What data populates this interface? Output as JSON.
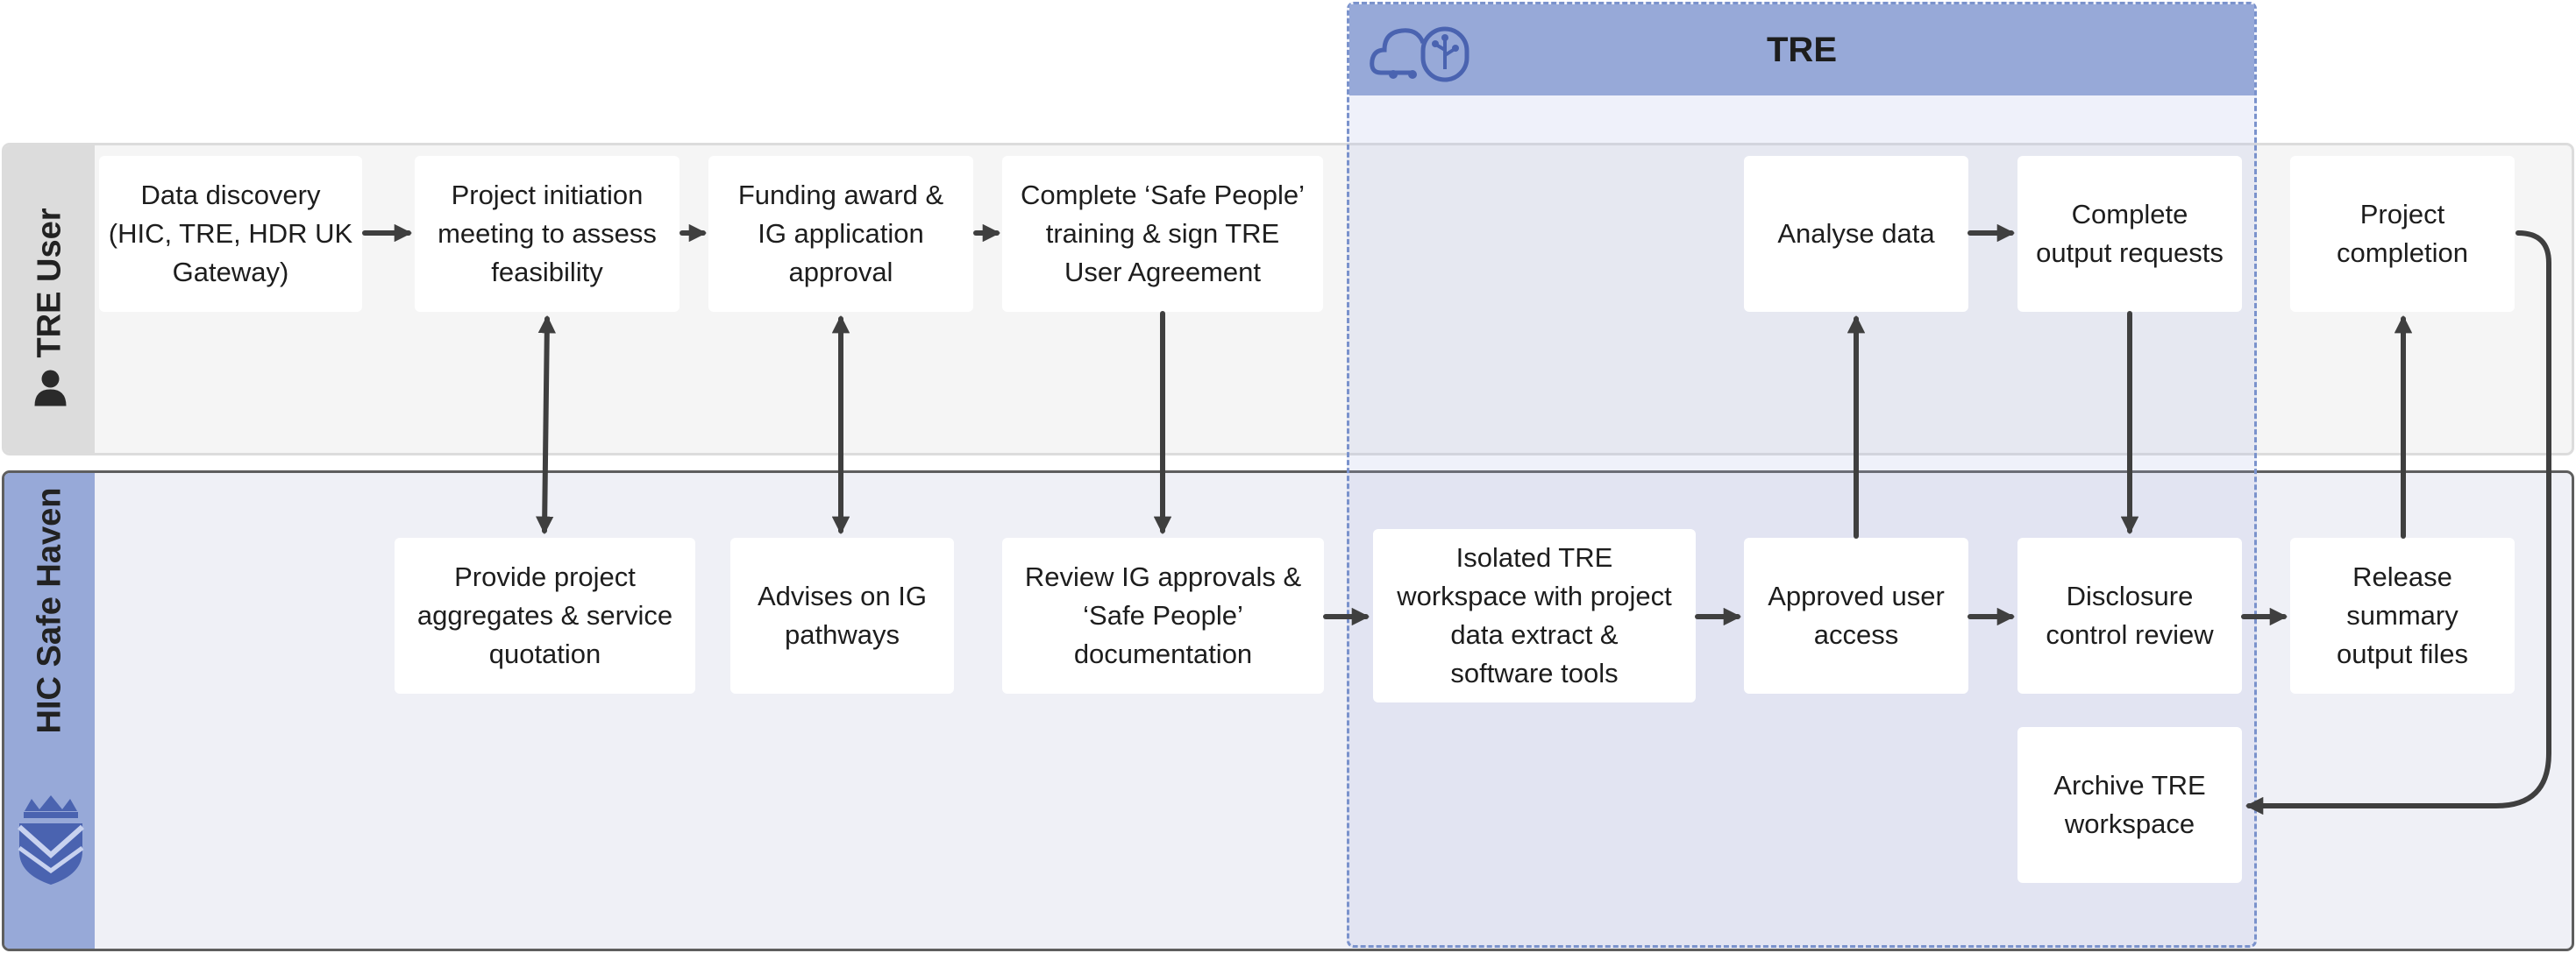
{
  "lanes": {
    "user": {
      "label": "TRE User",
      "icon": "person-icon"
    },
    "hic": {
      "label": "HIC Safe Haven",
      "icon": "university-crest-icon"
    }
  },
  "tre": {
    "title": "TRE",
    "icon": "cloud-network-icon"
  },
  "steps": {
    "data_discovery": "Data discovery\n(HIC, TRE, HDR UK\nGateway)",
    "project_initiation": "Project initiation\nmeeting to assess\nfeasibility",
    "funding_award": "Funding award &\nIG application\napproval",
    "safe_people_training": "Complete ‘Safe People’\ntraining & sign TRE\nUser Agreement",
    "analyse_data": "Analyse data",
    "complete_output_requests": "Complete\noutput requests",
    "project_completion": "Project\ncompletion",
    "provide_aggregates": "Provide project\naggregates & service\nquotation",
    "advises_ig": "Advises on IG\npathways",
    "review_ig": "Review IG approvals &\n‘Safe People’\ndocumentation",
    "isolated_workspace": "Isolated TRE\nworkspace with project\ndata extract &\nsoftware tools",
    "approved_access": "Approved user\naccess",
    "disclosure_review": "Disclosure\ncontrol review",
    "release_output": "Release\nsummary\noutput files",
    "archive_workspace": "Archive TRE\nworkspace"
  },
  "colors": {
    "lane_user_bg": "#f5f5f5",
    "lane_hic_bg": "#eff0f6",
    "hic_tab": "#97a9d8",
    "tre_header": "#97a9d8",
    "arrow": "#3f3f3f",
    "icon_blue": "#4a63b0"
  }
}
